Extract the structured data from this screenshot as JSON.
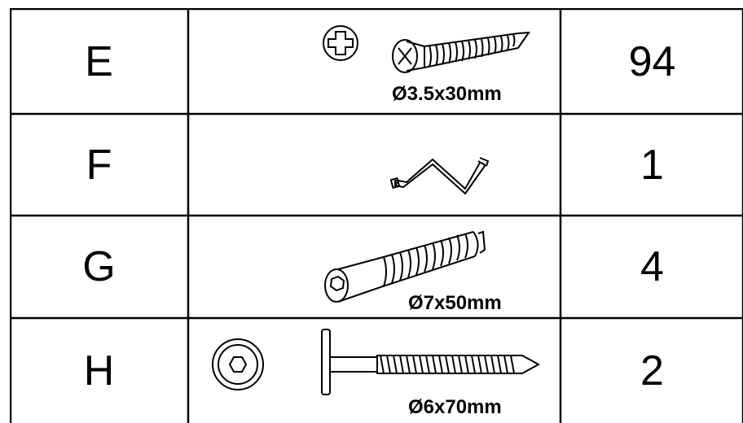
{
  "rows": [
    {
      "letter": "E",
      "size": "Ø3.5x30mm",
      "qty": "94",
      "part": "screw-icon"
    },
    {
      "letter": "F",
      "size": "",
      "qty": "1",
      "part": "hex-key-icon"
    },
    {
      "letter": "G",
      "size": "Ø7x50mm",
      "qty": "4",
      "part": "cam-bolt-icon"
    },
    {
      "letter": "H",
      "size": "Ø6x70mm",
      "qty": "2",
      "part": "long-bolt-icon"
    }
  ]
}
